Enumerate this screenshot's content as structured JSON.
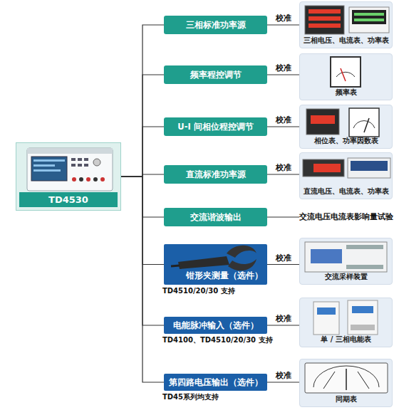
{
  "diagram": {
    "nodes": [
      {
        "text": [
          "TD4530"
        ]
      },
      {
        "text": [
          "三相标准功率源"
        ]
      },
      {
        "text": [
          "三相电压、电流表、功率表"
        ]
      },
      {
        "text": [
          "频率程控调节"
        ]
      },
      {
        "text": [
          "频率表"
        ]
      },
      {
        "text": [
          "U-I 间相位程控调节"
        ]
      },
      {
        "text": [
          "相位表、功率因数表"
        ]
      },
      {
        "text": [
          "直流标准功率源"
        ]
      },
      {
        "text": [
          "直流电压、电流表、功率表"
        ]
      },
      {
        "text": [
          "交流谐波输出"
        ]
      },
      {
        "text": [
          "交流电压电流表影响量试验"
        ]
      },
      {
        "text": [
          "钳形夹测量（选件）",
          "TD4510/20/30 支持"
        ]
      },
      {
        "text": [
          "交流采样装置"
        ]
      },
      {
        "text": [
          "电能脉冲输入（选件）",
          "TD4100、TD4510/20/30 支持"
        ]
      },
      {
        "text": [
          "单 / 三相电能表"
        ]
      },
      {
        "text": [
          "第四路电压输出（选件）",
          "TD45系列均支持"
        ]
      },
      {
        "text": [
          "同期表"
        ]
      }
    ],
    "edges": [
      {
        "from": 0,
        "to": 1,
        "arrow": "none"
      },
      {
        "from": 0,
        "to": 3,
        "arrow": "none"
      },
      {
        "from": 0,
        "to": 5,
        "arrow": "none"
      },
      {
        "from": 0,
        "to": 7,
        "arrow": "none"
      },
      {
        "from": 0,
        "to": 9,
        "arrow": "none"
      },
      {
        "from": 0,
        "to": 11,
        "arrow": "none"
      },
      {
        "from": 0,
        "to": 13,
        "arrow": "none"
      },
      {
        "from": 0,
        "to": 15,
        "arrow": "none"
      },
      {
        "from": 1,
        "to": 2,
        "label": "校准",
        "arrow": "none"
      },
      {
        "from": 3,
        "to": 4,
        "label": "校准",
        "arrow": "none"
      },
      {
        "from": 5,
        "to": 6,
        "label": "校准",
        "arrow": "none"
      },
      {
        "from": 7,
        "to": 8,
        "label": "校准",
        "arrow": "none"
      },
      {
        "from": 9,
        "to": 10,
        "arrow": "none"
      },
      {
        "from": 11,
        "to": 12,
        "label": "校准",
        "arrow": "none"
      },
      {
        "from": 13,
        "to": 14,
        "label": "校准",
        "arrow": "none"
      },
      {
        "from": 15,
        "to": 16,
        "label": "校准",
        "arrow": "none"
      }
    ]
  }
}
